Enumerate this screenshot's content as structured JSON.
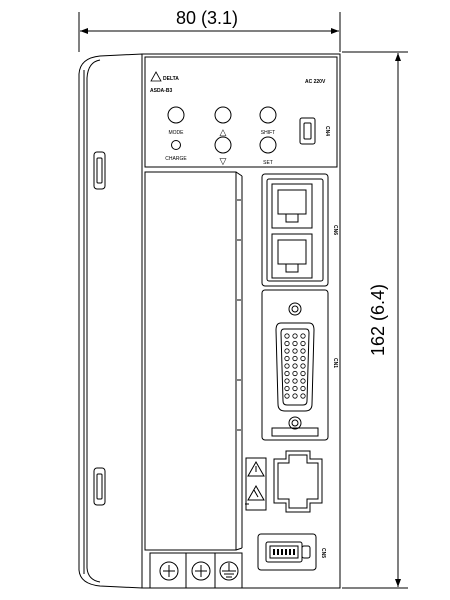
{
  "dimensions": {
    "width_label": "80 (3.1)",
    "height_label": "162 (6.4)"
  },
  "panel": {
    "brand": "DELTA",
    "model": "ASDA-B3",
    "voltage": "AC 220V"
  },
  "buttons": {
    "mode": "MODE",
    "up": "△",
    "shift": "SHIFT",
    "charge": "CHARGE",
    "down": "▽",
    "set": "SET"
  },
  "connectors": {
    "cn4": "CN4",
    "cn6": "CN6",
    "cn1": "CN1",
    "cn5": "CN5"
  }
}
